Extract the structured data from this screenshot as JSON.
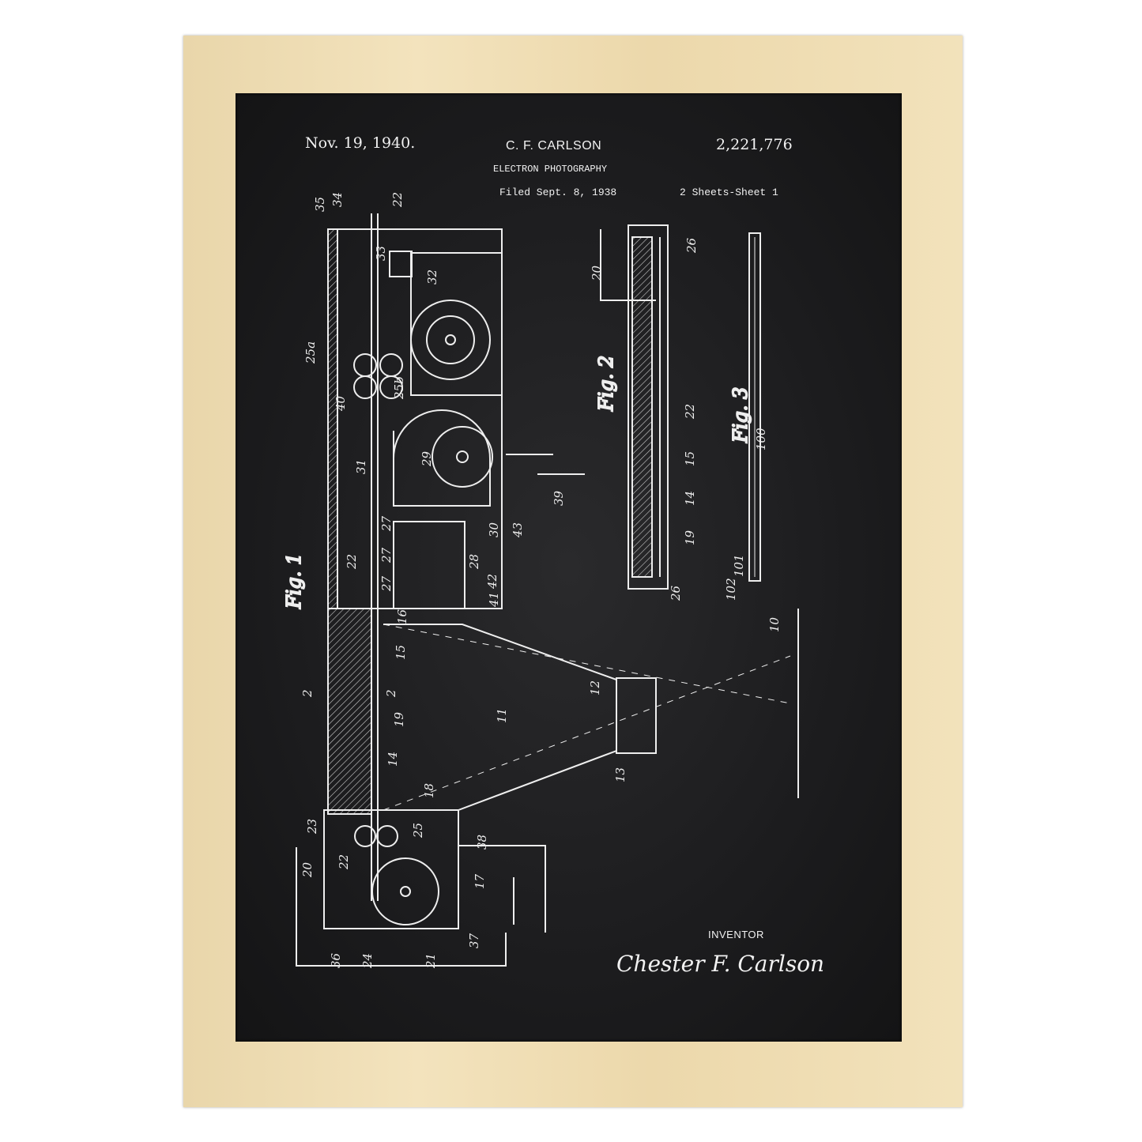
{
  "header": {
    "date": "Nov. 19, 1940.",
    "inventor_name": "C. F. CARLSON",
    "patent_number": "2,221,776",
    "title": "ELECTRON PHOTOGRAPHY",
    "filed": "Filed Sept. 8, 1938",
    "sheets": "2 Sheets-Sheet 1"
  },
  "figures": {
    "fig1": "Fig. 1",
    "fig2": "Fig. 2",
    "fig3": "Fig. 3"
  },
  "reference_numerals": [
    "35",
    "34",
    "22",
    "33",
    "32",
    "25a",
    "25b",
    "40",
    "29",
    "31",
    "39",
    "30",
    "27",
    "27",
    "27",
    "28",
    "22",
    "43",
    "42",
    "16",
    "41",
    "15",
    "2",
    "2",
    "12",
    "11",
    "19",
    "10",
    "13",
    "14",
    "18",
    "23",
    "25",
    "38",
    "22",
    "20",
    "17",
    "37",
    "36",
    "24",
    "21",
    "20",
    "26",
    "22",
    "15",
    "14",
    "19",
    "26",
    "100",
    "101",
    "102"
  ],
  "footer": {
    "inventor_label": "INVENTOR",
    "signature": "Chester F. Carlson"
  },
  "colors": {
    "frame": "#efdcb2",
    "background": "#1d1d1f",
    "ink": "#f2f2f2"
  }
}
